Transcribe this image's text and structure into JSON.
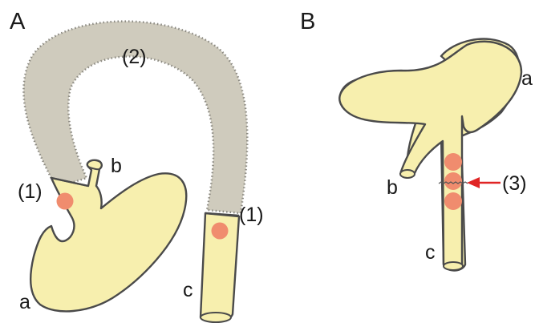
{
  "panels": {
    "a": "A",
    "b": "B"
  },
  "part_labels": {
    "a": "a",
    "b": "b",
    "c": "c"
  },
  "markers": {
    "one": "(1)",
    "two": "(2)",
    "three": "(3)"
  },
  "colors": {
    "background": "#ffffff",
    "tissue_fill": "#f7efae",
    "outline": "#4a4a4a",
    "graft_fill": "#cfcbbd",
    "dot": "#f08c6e",
    "arrow": "#e02424"
  }
}
